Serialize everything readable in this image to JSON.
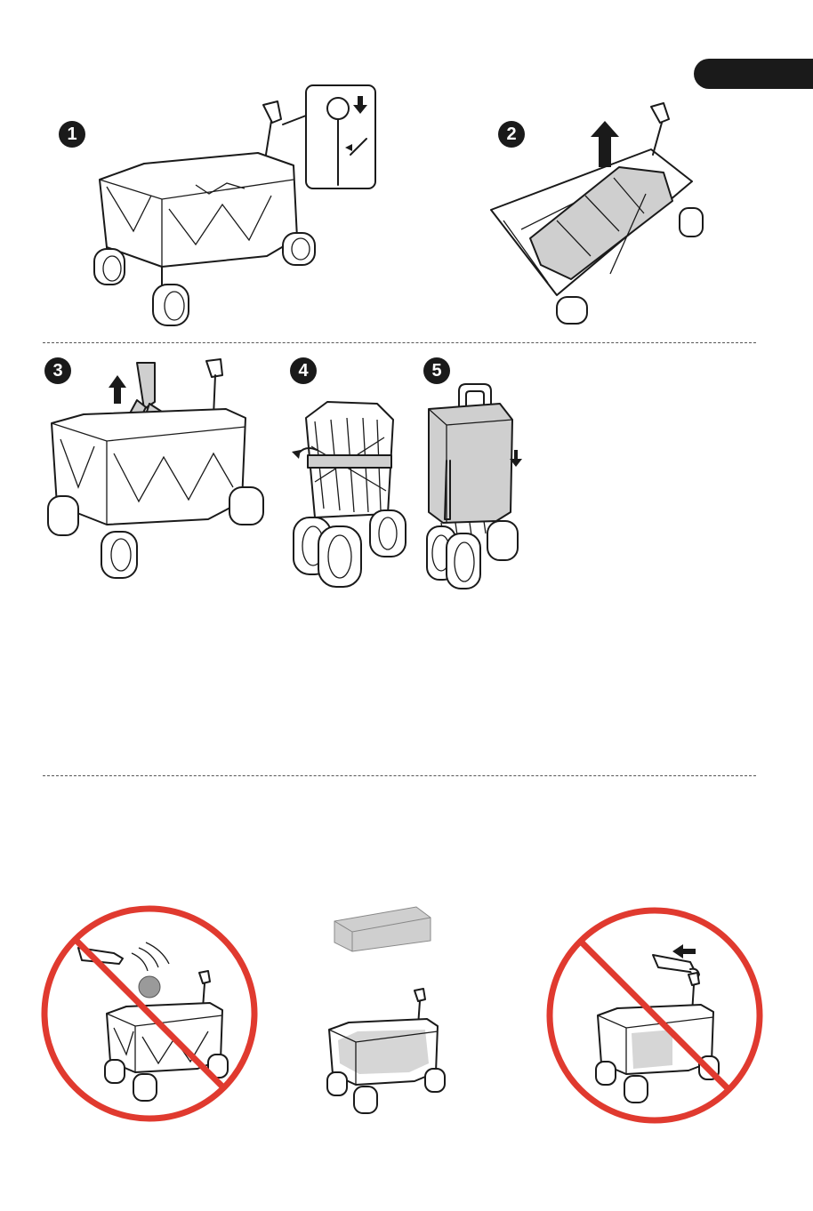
{
  "page": {
    "colors": {
      "ink": "#1a1a1a",
      "panel_gray": "#cfcfcf",
      "prohibit_red": "#e03a2f",
      "ball_gray": "#9a9a9a"
    },
    "header_tab": {
      "icon": "black-tab-marker"
    }
  },
  "steps": [
    {
      "number": "1",
      "icon": "wagon-unlock-handle-illustration"
    },
    {
      "number": "2",
      "icon": "wagon-lift-floor-illustration"
    },
    {
      "number": "3",
      "icon": "wagon-pull-strap-illustration"
    },
    {
      "number": "4",
      "icon": "wagon-folded-strapped-illustration"
    },
    {
      "number": "5",
      "icon": "wagon-cover-bag-illustration"
    }
  ],
  "warnings": [
    {
      "icon": "no-throwing-objects-illustration",
      "prohibited": true
    },
    {
      "icon": "correct-load-placement-illustration",
      "prohibited": false
    },
    {
      "icon": "no-loading-outside-illustration",
      "prohibited": true
    }
  ]
}
